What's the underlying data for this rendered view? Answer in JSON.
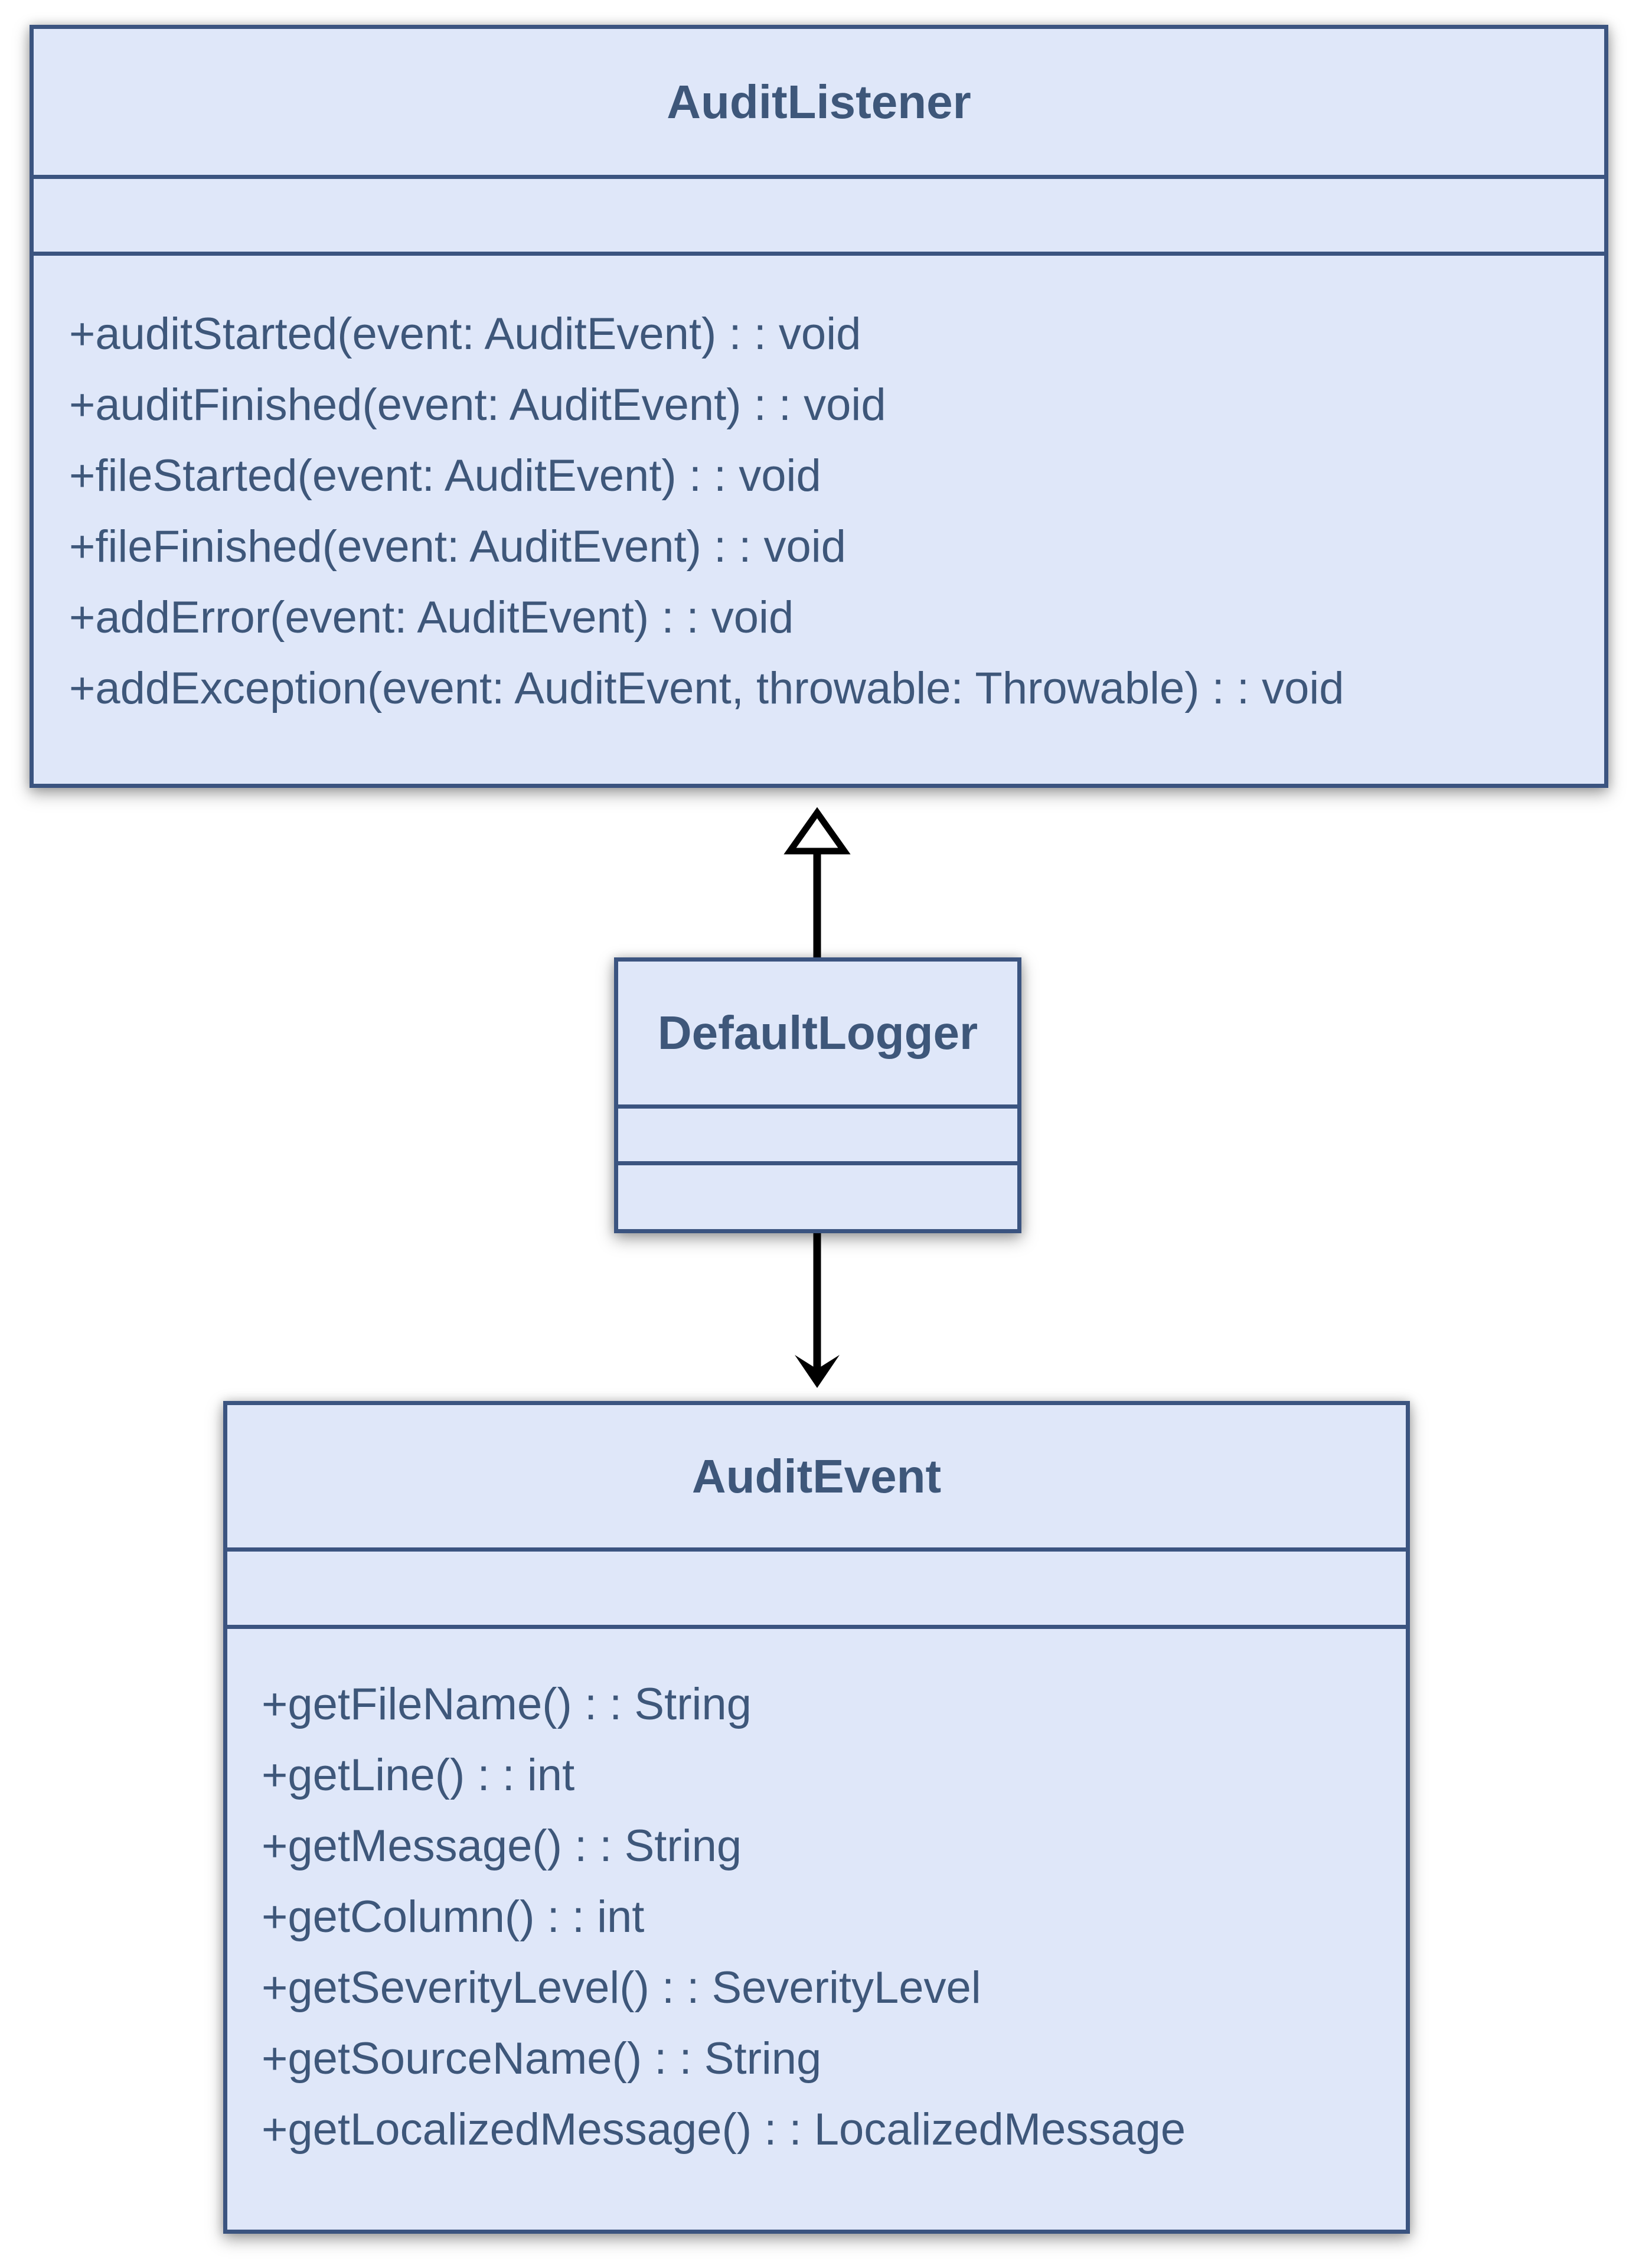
{
  "diagram": {
    "type": "uml-class-diagram",
    "classes": [
      {
        "name": "AuditListener",
        "attributes": [],
        "methods": [
          "+auditStarted(event: AuditEvent) : : void",
          "+auditFinished(event: AuditEvent) : : void",
          "+fileStarted(event: AuditEvent) : : void",
          "+fileFinished(event: AuditEvent) : : void",
          "+addError(event: AuditEvent) : : void",
          "+addException(event: AuditEvent, throwable: Throwable) : : void"
        ]
      },
      {
        "name": "DefaultLogger",
        "attributes": [],
        "methods": []
      },
      {
        "name": "AuditEvent",
        "attributes": [],
        "methods": [
          "+getFileName() : : String",
          "+getLine() : : int",
          "+getMessage() : : String",
          "+getColumn() : : int",
          "+getSeverityLevel() : : SeverityLevel",
          "+getSourceName() : : String",
          "+getLocalizedMessage() : : LocalizedMessage"
        ]
      }
    ],
    "relationships": [
      {
        "from": "DefaultLogger",
        "to": "AuditListener",
        "type": "realization",
        "arrowhead": "hollow-triangle"
      },
      {
        "from": "DefaultLogger",
        "to": "AuditEvent",
        "type": "directed-association",
        "arrowhead": "filled-stealth"
      }
    ],
    "colors": {
      "background": "#ffffff",
      "box_fill": "#dfe7f9",
      "box_border": "#3b5480",
      "text": "#3e577a",
      "arrow": "#000000"
    }
  }
}
